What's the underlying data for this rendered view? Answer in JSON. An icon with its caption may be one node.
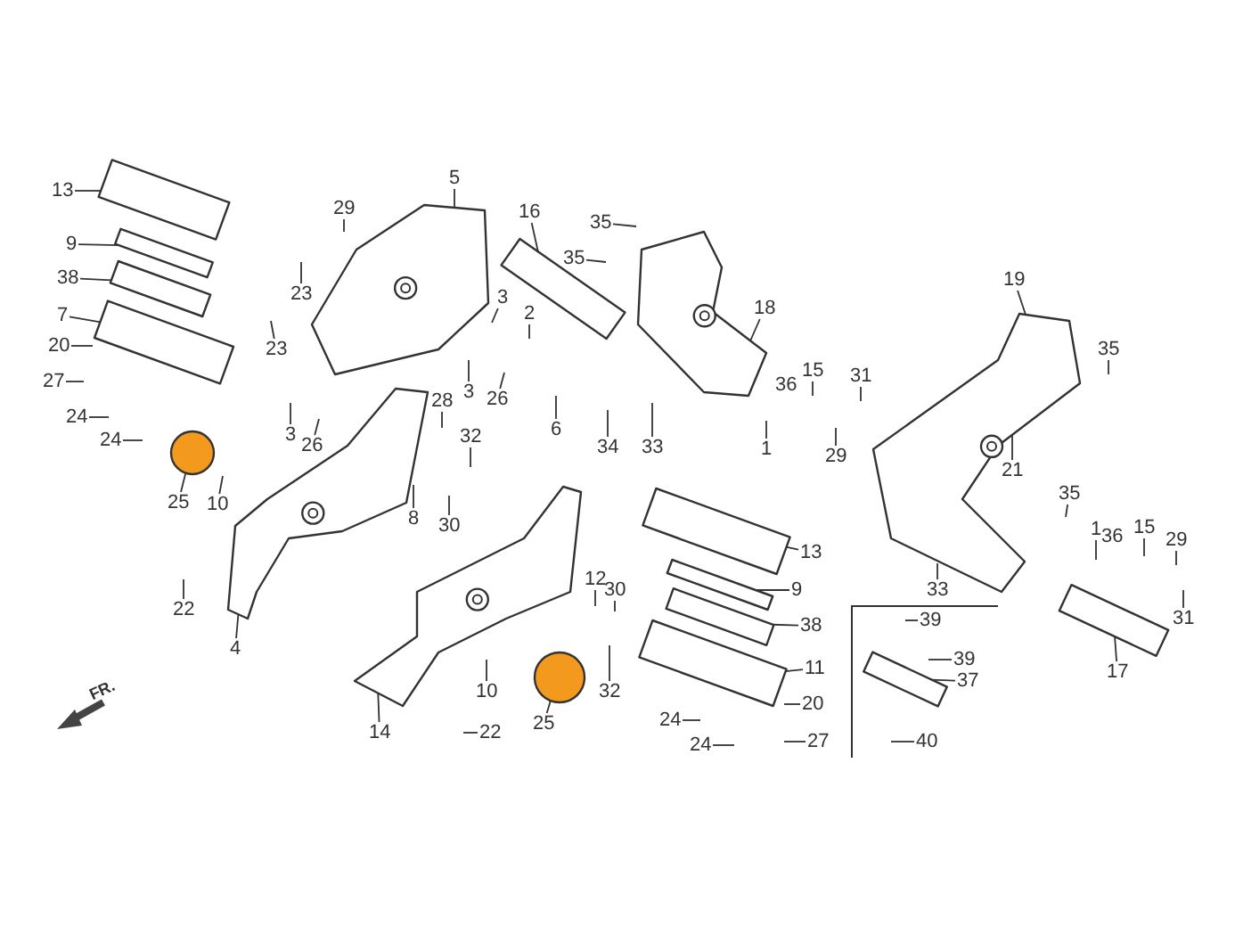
{
  "diagram": {
    "nodes": [
      {
        "text": [
          "13"
        ]
      },
      {
        "text": [
          "5"
        ]
      },
      {
        "text": [
          "29"
        ]
      },
      {
        "text": [
          "16"
        ]
      },
      {
        "text": [
          "35"
        ]
      },
      {
        "text": [
          "9"
        ]
      },
      {
        "text": [
          "35"
        ]
      },
      {
        "text": [
          "38"
        ]
      },
      {
        "text": [
          "19"
        ]
      },
      {
        "text": [
          "23"
        ]
      },
      {
        "text": [
          "3"
        ]
      },
      {
        "text": [
          "18"
        ]
      },
      {
        "text": [
          "7"
        ]
      },
      {
        "text": [
          "2"
        ]
      },
      {
        "text": [
          "20"
        ]
      },
      {
        "text": [
          "23"
        ]
      },
      {
        "text": [
          "35"
        ]
      },
      {
        "text": [
          "15"
        ]
      },
      {
        "text": [
          "31"
        ]
      },
      {
        "text": [
          "27"
        ]
      },
      {
        "text": [
          "3"
        ]
      },
      {
        "text": [
          "26"
        ]
      },
      {
        "text": [
          "28"
        ]
      },
      {
        "text": [
          "24"
        ]
      },
      {
        "text": [
          "6"
        ]
      },
      {
        "text": [
          "3"
        ]
      },
      {
        "text": [
          "32"
        ]
      },
      {
        "text": [
          "24"
        ]
      },
      {
        "text": [
          "26"
        ]
      },
      {
        "text": [
          "34"
        ]
      },
      {
        "text": [
          "33"
        ]
      },
      {
        "text": [
          "1"
        ]
      },
      {
        "text": [
          "29"
        ]
      },
      {
        "text": [
          "21"
        ]
      },
      {
        "text": [
          "35"
        ]
      },
      {
        "text": [
          "25"
        ]
      },
      {
        "text": [
          "10"
        ]
      },
      {
        "text": [
          "8"
        ]
      },
      {
        "text": [
          "30"
        ]
      },
      {
        "text": [
          "15"
        ]
      },
      {
        "text": [
          "1"
        ]
      },
      {
        "text": [
          "29"
        ]
      },
      {
        "text": [
          "13"
        ]
      },
      {
        "text": [
          "12"
        ]
      },
      {
        "text": [
          "30"
        ]
      },
      {
        "text": [
          "9"
        ]
      },
      {
        "text": [
          "33"
        ]
      },
      {
        "text": [
          "22"
        ]
      },
      {
        "text": [
          "31"
        ]
      },
      {
        "text": [
          "38"
        ]
      },
      {
        "text": [
          "39"
        ]
      },
      {
        "text": [
          "4"
        ]
      },
      {
        "text": [
          "39"
        ]
      },
      {
        "text": [
          "11"
        ]
      },
      {
        "text": [
          "17"
        ]
      },
      {
        "text": [
          "32"
        ]
      },
      {
        "text": [
          "37"
        ]
      },
      {
        "text": [
          "10"
        ]
      },
      {
        "text": [
          "20"
        ]
      },
      {
        "text": [
          "24"
        ]
      },
      {
        "text": [
          "25"
        ]
      },
      {
        "text": [
          "14"
        ]
      },
      {
        "text": [
          "22"
        ]
      },
      {
        "text": [
          "27"
        ]
      },
      {
        "text": [
          "24"
        ]
      },
      {
        "text": [
          "40"
        ]
      },
      {
        "text": [],
        "shape": "box"
      },
      {
        "text": [],
        "shape": "box"
      },
      {
        "text": [],
        "shape": "box"
      },
      {
        "text": [],
        "shape": "box"
      },
      {
        "text": [],
        "shape": "picture"
      },
      {
        "text": [],
        "shape": "circle"
      },
      {
        "text": [],
        "shape": "picture"
      },
      {
        "text": [],
        "shape": "box"
      },
      {
        "text": [],
        "shape": "picture"
      },
      {
        "text": [],
        "shape": "picture"
      },
      {
        "text": [],
        "shape": "picture"
      },
      {
        "text": [],
        "shape": "circle"
      },
      {
        "text": [],
        "shape": "box"
      },
      {
        "text": [],
        "shape": "box"
      },
      {
        "text": [],
        "shape": "box"
      },
      {
        "text": [],
        "shape": "box"
      },
      {
        "text": [],
        "shape": "box"
      },
      {
        "text": [],
        "shape": "box"
      }
    ],
    "edges": [
      {
        "from": 0,
        "to": 66,
        "arrow": "none"
      },
      {
        "from": 1,
        "to": 70,
        "arrow": "none"
      },
      {
        "from": 2,
        "to": null,
        "arrow": "none"
      },
      {
        "from": 3,
        "to": 73,
        "arrow": "none"
      },
      {
        "from": 4,
        "to": null,
        "arrow": "none"
      },
      {
        "from": 5,
        "to": 67,
        "arrow": "none"
      },
      {
        "from": 6,
        "to": null,
        "arrow": "none"
      },
      {
        "from": 7,
        "to": 68,
        "arrow": "none"
      },
      {
        "from": 8,
        "to": 75,
        "arrow": "none"
      },
      {
        "from": 9,
        "to": null,
        "arrow": "none"
      },
      {
        "from": 10,
        "to": null,
        "arrow": "none"
      },
      {
        "from": 11,
        "to": 74,
        "arrow": "none"
      },
      {
        "from": 12,
        "to": 69,
        "arrow": "none"
      },
      {
        "from": 13,
        "to": null,
        "arrow": "none"
      },
      {
        "from": 14,
        "to": null,
        "arrow": "none"
      },
      {
        "from": 15,
        "to": null,
        "arrow": "none"
      },
      {
        "from": 16,
        "to": null,
        "arrow": "none"
      },
      {
        "from": 17,
        "to": null,
        "arrow": "none"
      },
      {
        "from": 18,
        "to": null,
        "arrow": "none"
      },
      {
        "from": 19,
        "to": null,
        "arrow": "none"
      },
      {
        "from": 20,
        "to": null,
        "arrow": "none"
      },
      {
        "from": 21,
        "to": null,
        "arrow": "none"
      },
      {
        "from": 22,
        "to": null,
        "arrow": "none"
      },
      {
        "from": 23,
        "to": null,
        "arrow": "none"
      },
      {
        "from": 24,
        "to": null,
        "arrow": "none"
      },
      {
        "from": 25,
        "to": null,
        "arrow": "none"
      },
      {
        "from": 26,
        "to": null,
        "arrow": "none"
      },
      {
        "from": 27,
        "to": null,
        "arrow": "none"
      },
      {
        "from": 28,
        "to": null,
        "arrow": "none"
      },
      {
        "from": 29,
        "to": null,
        "arrow": "none"
      },
      {
        "from": 30,
        "to": null,
        "arrow": "none"
      },
      {
        "from": 31,
        "to": null,
        "arrow": "none"
      },
      {
        "from": 32,
        "to": null,
        "arrow": "none"
      },
      {
        "from": 33,
        "to": 75,
        "arrow": "none"
      },
      {
        "from": 34,
        "to": null,
        "arrow": "none"
      },
      {
        "from": 35,
        "to": 71,
        "arrow": "none"
      },
      {
        "from": 36,
        "to": null,
        "arrow": "none"
      },
      {
        "from": 37,
        "to": null,
        "arrow": "none"
      },
      {
        "from": 38,
        "to": null,
        "arrow": "none"
      },
      {
        "from": 39,
        "to": null,
        "arrow": "none"
      },
      {
        "from": 40,
        "to": null,
        "arrow": "none"
      },
      {
        "from": 41,
        "to": null,
        "arrow": "none"
      },
      {
        "from": 42,
        "to": 78,
        "arrow": "none"
      },
      {
        "from": 43,
        "to": null,
        "arrow": "none"
      },
      {
        "from": 44,
        "to": null,
        "arrow": "none"
      },
      {
        "from": 45,
        "to": 79,
        "arrow": "none"
      },
      {
        "from": 46,
        "to": null,
        "arrow": "none"
      },
      {
        "from": 47,
        "to": null,
        "arrow": "none"
      },
      {
        "from": 48,
        "to": null,
        "arrow": "none"
      },
      {
        "from": 49,
        "to": 80,
        "arrow": "none"
      },
      {
        "from": 50,
        "to": null,
        "arrow": "none"
      },
      {
        "from": 51,
        "to": 72,
        "arrow": "none"
      },
      {
        "from": 52,
        "to": null,
        "arrow": "none"
      },
      {
        "from": 53,
        "to": 81,
        "arrow": "none"
      },
      {
        "from": 54,
        "to": 82,
        "arrow": "none"
      },
      {
        "from": 55,
        "to": null,
        "arrow": "none"
      },
      {
        "from": 56,
        "to": 83,
        "arrow": "none"
      },
      {
        "from": 57,
        "to": null,
        "arrow": "none"
      },
      {
        "from": 58,
        "to": null,
        "arrow": "none"
      },
      {
        "from": 59,
        "to": null,
        "arrow": "none"
      },
      {
        "from": 60,
        "to": 77,
        "arrow": "none"
      },
      {
        "from": 61,
        "to": 76,
        "arrow": "none"
      },
      {
        "from": 62,
        "to": null,
        "arrow": "none"
      },
      {
        "from": 63,
        "to": null,
        "arrow": "none"
      },
      {
        "from": 64,
        "to": null,
        "arrow": "none"
      },
      {
        "from": 65,
        "to": null,
        "arrow": "none"
      }
    ],
    "labels": [
      "36",
      "36",
      "FR."
    ]
  }
}
